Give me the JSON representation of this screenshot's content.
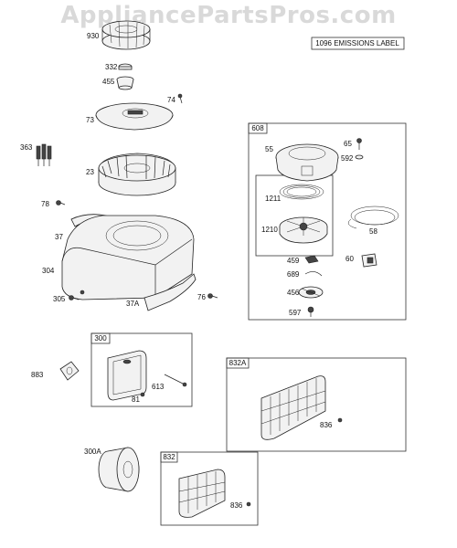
{
  "watermark": "AppliancePartsPros.com",
  "emissions_label": "1096 EMISSIONS LABEL",
  "callouts": {
    "p930": "930",
    "p332": "332",
    "p455": "455",
    "p74": "74",
    "p73": "73",
    "p363": "363",
    "p23": "23",
    "p78": "78",
    "p37": "37",
    "p304": "304",
    "p305": "305",
    "p37A": "37A",
    "p76": "76",
    "p608": "608",
    "p55": "55",
    "p65": "65",
    "p592": "592",
    "p1211": "1211",
    "p1210": "1210",
    "p58": "58",
    "p459": "459",
    "p60": "60",
    "p689": "689",
    "p456": "456",
    "p597": "597",
    "p300": "300",
    "p883": "883",
    "p613": "613",
    "p81": "81",
    "p832A": "832A",
    "p836a": "836",
    "p300A": "300A",
    "p832": "832",
    "p836b": "836"
  }
}
